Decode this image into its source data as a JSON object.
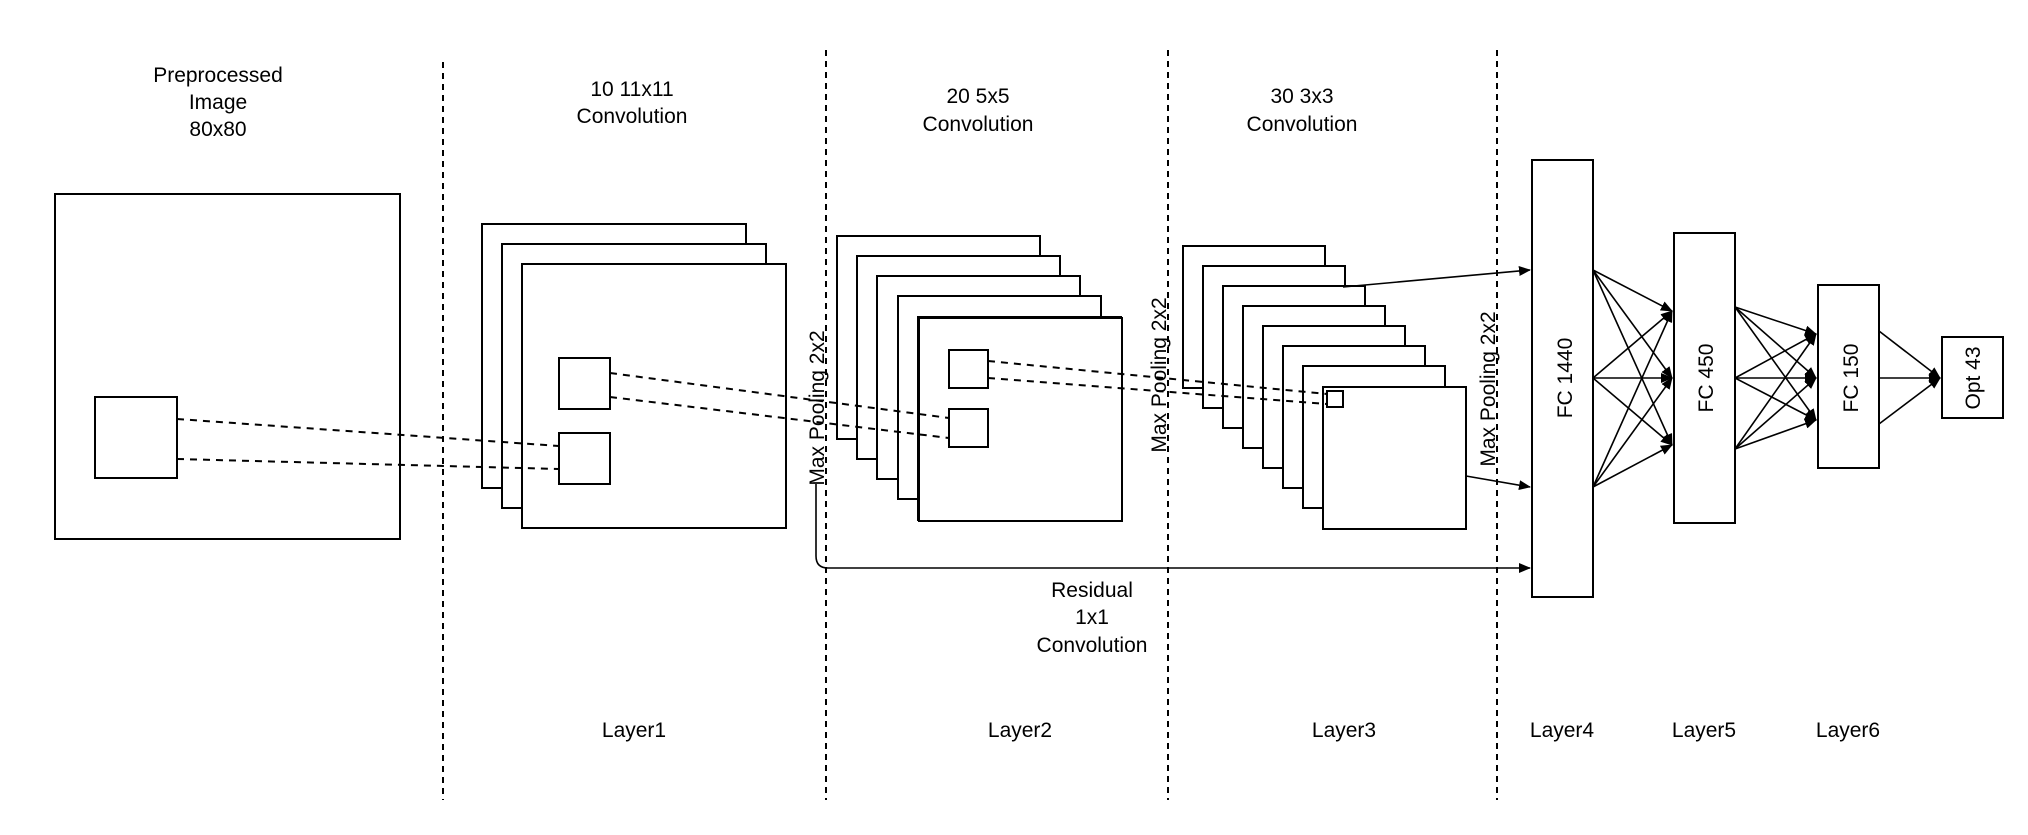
{
  "input": {
    "title_lines": [
      "Preprocessed",
      "Image",
      "80x80"
    ]
  },
  "layers": [
    {
      "label": "Layer1",
      "title_lines": [
        "10 11x11",
        "Convolution"
      ]
    },
    {
      "label": "Layer2",
      "title_lines": [
        "20 5x5",
        "Convolution"
      ]
    },
    {
      "label": "Layer3",
      "title_lines": [
        "30 3x3",
        "Convolution"
      ]
    },
    {
      "label": "Layer4"
    },
    {
      "label": "Layer5"
    },
    {
      "label": "Layer6"
    }
  ],
  "pooling_labels": [
    "Max Pooling 2x2",
    "Max Pooling 2x2",
    "Max Pooling 2x2"
  ],
  "residual": {
    "lines": [
      "Residual",
      "1x1",
      "Convolution"
    ]
  },
  "fc_layers": [
    {
      "label": "FC 1440"
    },
    {
      "label": "FC 450"
    },
    {
      "label": "FC 150"
    },
    {
      "label": "Opt 43"
    }
  ]
}
